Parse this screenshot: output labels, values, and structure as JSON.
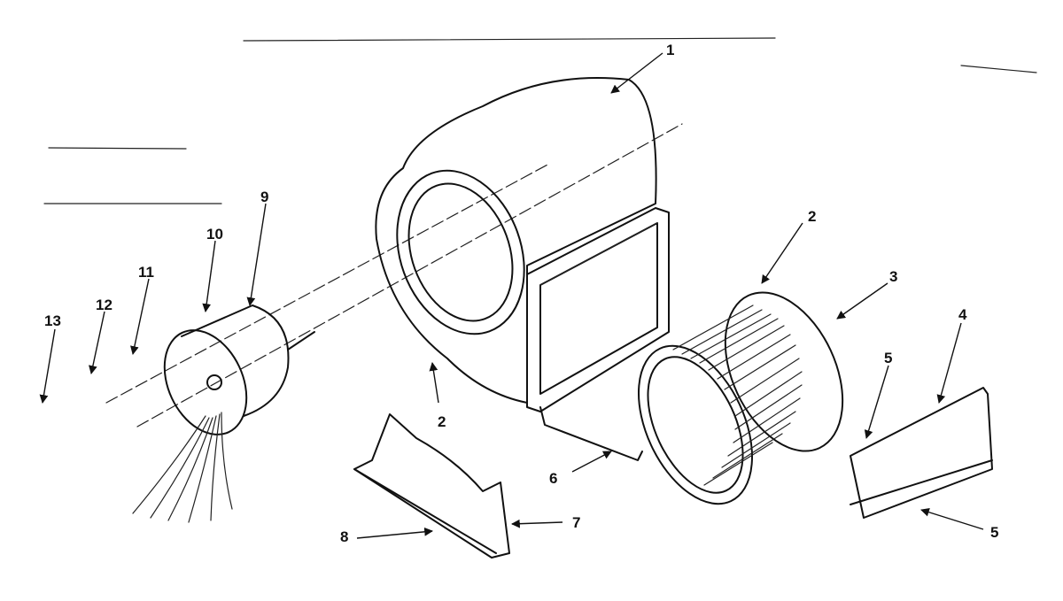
{
  "diagram": {
    "type": "exploded-parts-view",
    "callouts": [
      {
        "label": "1"
      },
      {
        "label": "2"
      },
      {
        "label": "2"
      },
      {
        "label": "3"
      },
      {
        "label": "4"
      },
      {
        "label": "5"
      },
      {
        "label": "5"
      },
      {
        "label": "6"
      },
      {
        "label": "7"
      },
      {
        "label": "8"
      },
      {
        "label": "9"
      },
      {
        "label": "10"
      },
      {
        "label": "11"
      },
      {
        "label": "12"
      },
      {
        "label": "13"
      }
    ]
  }
}
